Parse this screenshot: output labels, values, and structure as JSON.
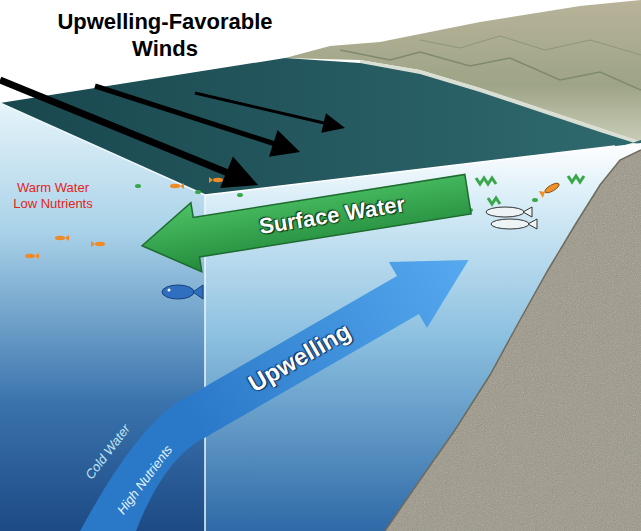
{
  "diagram": {
    "nodes": [
      {
        "text": [
          "Surface Water"
        ]
      },
      {
        "text": [
          "Upwelling"
        ]
      }
    ],
    "labels": [
      "Upwelling-Favorable Winds",
      "Warm Water Low Nutrients",
      "Cold Water",
      "High Nutrients"
    ]
  }
}
